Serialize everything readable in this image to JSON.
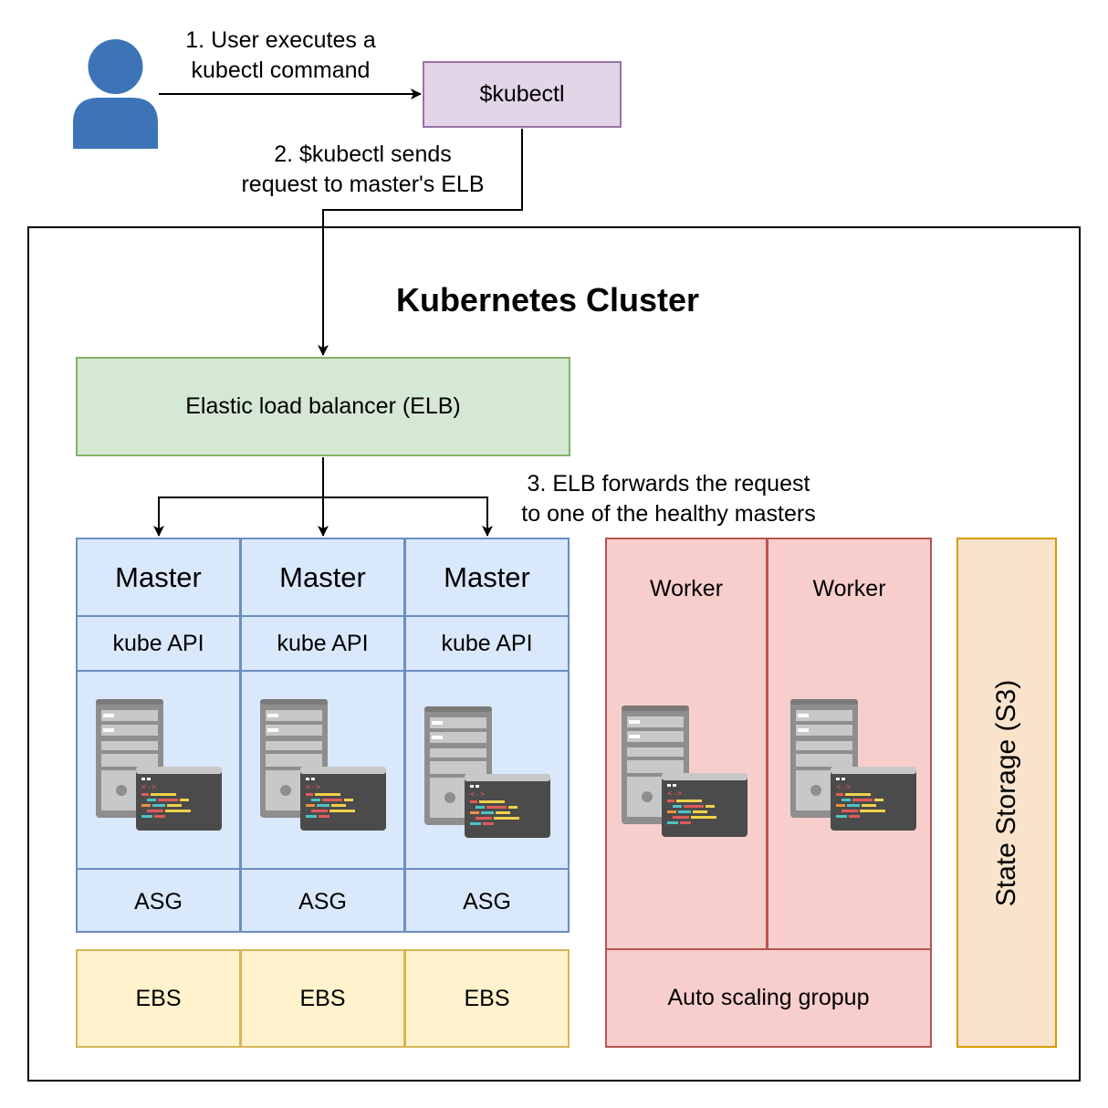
{
  "title": "Kubernetes Cluster",
  "user": {
    "icon": "user-icon"
  },
  "kubectl": {
    "label": "$kubectl"
  },
  "steps": {
    "step1": [
      "1. User executes a",
      "kubectl command"
    ],
    "step2": [
      "2. $kubectl sends",
      "request to master's ELB"
    ],
    "step3": [
      "3. ELB forwards the request",
      "to one of the healthy masters"
    ]
  },
  "elb": {
    "label": "Elastic load balancer (ELB)"
  },
  "masters": [
    {
      "title": "Master",
      "api": "kube API",
      "asg": "ASG",
      "ebs": "EBS"
    },
    {
      "title": "Master",
      "api": "kube API",
      "asg": "ASG",
      "ebs": "EBS"
    },
    {
      "title": "Master",
      "api": "kube API",
      "asg": "ASG",
      "ebs": "EBS"
    }
  ],
  "workers": [
    {
      "label": "Worker"
    },
    {
      "label": "Worker"
    }
  ],
  "worker_asg": {
    "label": "Auto scaling gropup"
  },
  "storage": {
    "label": "State Storage (S3)"
  },
  "colors": {
    "kubectl_fill": "#e1d5e7",
    "kubectl_stroke": "#9673a6",
    "elb_fill": "#d5e8d4",
    "elb_stroke": "#82b366",
    "master_fill": "#dae8fc",
    "master_stroke": "#6c8ebf",
    "ebs_fill": "#fff2cc",
    "ebs_stroke": "#d6b656",
    "worker_fill": "#f8cecc",
    "worker_stroke": "#b85450",
    "storage_fill": "#fae3cc",
    "storage_stroke": "#d79b00",
    "user_icon": "#3d74b7"
  }
}
